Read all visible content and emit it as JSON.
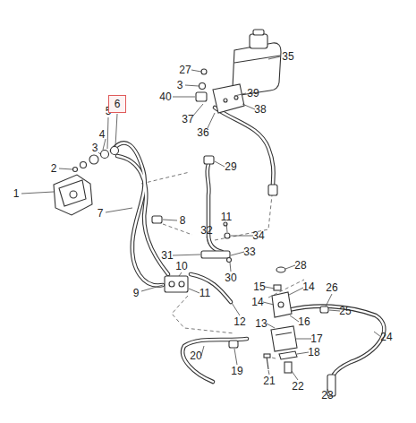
{
  "diagram": {
    "nodes": [
      {
        "text": [
          "6"
        ]
      }
    ],
    "labels": [
      "27",
      "35",
      "3",
      "40",
      "39",
      "5",
      "37",
      "38",
      "36",
      "4",
      "3",
      "29",
      "2",
      "1",
      "7",
      "11",
      "8",
      "32",
      "34",
      "33",
      "31",
      "10",
      "28",
      "30",
      "15",
      "14",
      "26",
      "9",
      "11",
      "14",
      "25",
      "12",
      "13",
      "16",
      "17",
      "24",
      "18",
      "20",
      "19",
      "21",
      "22",
      "23"
    ]
  }
}
